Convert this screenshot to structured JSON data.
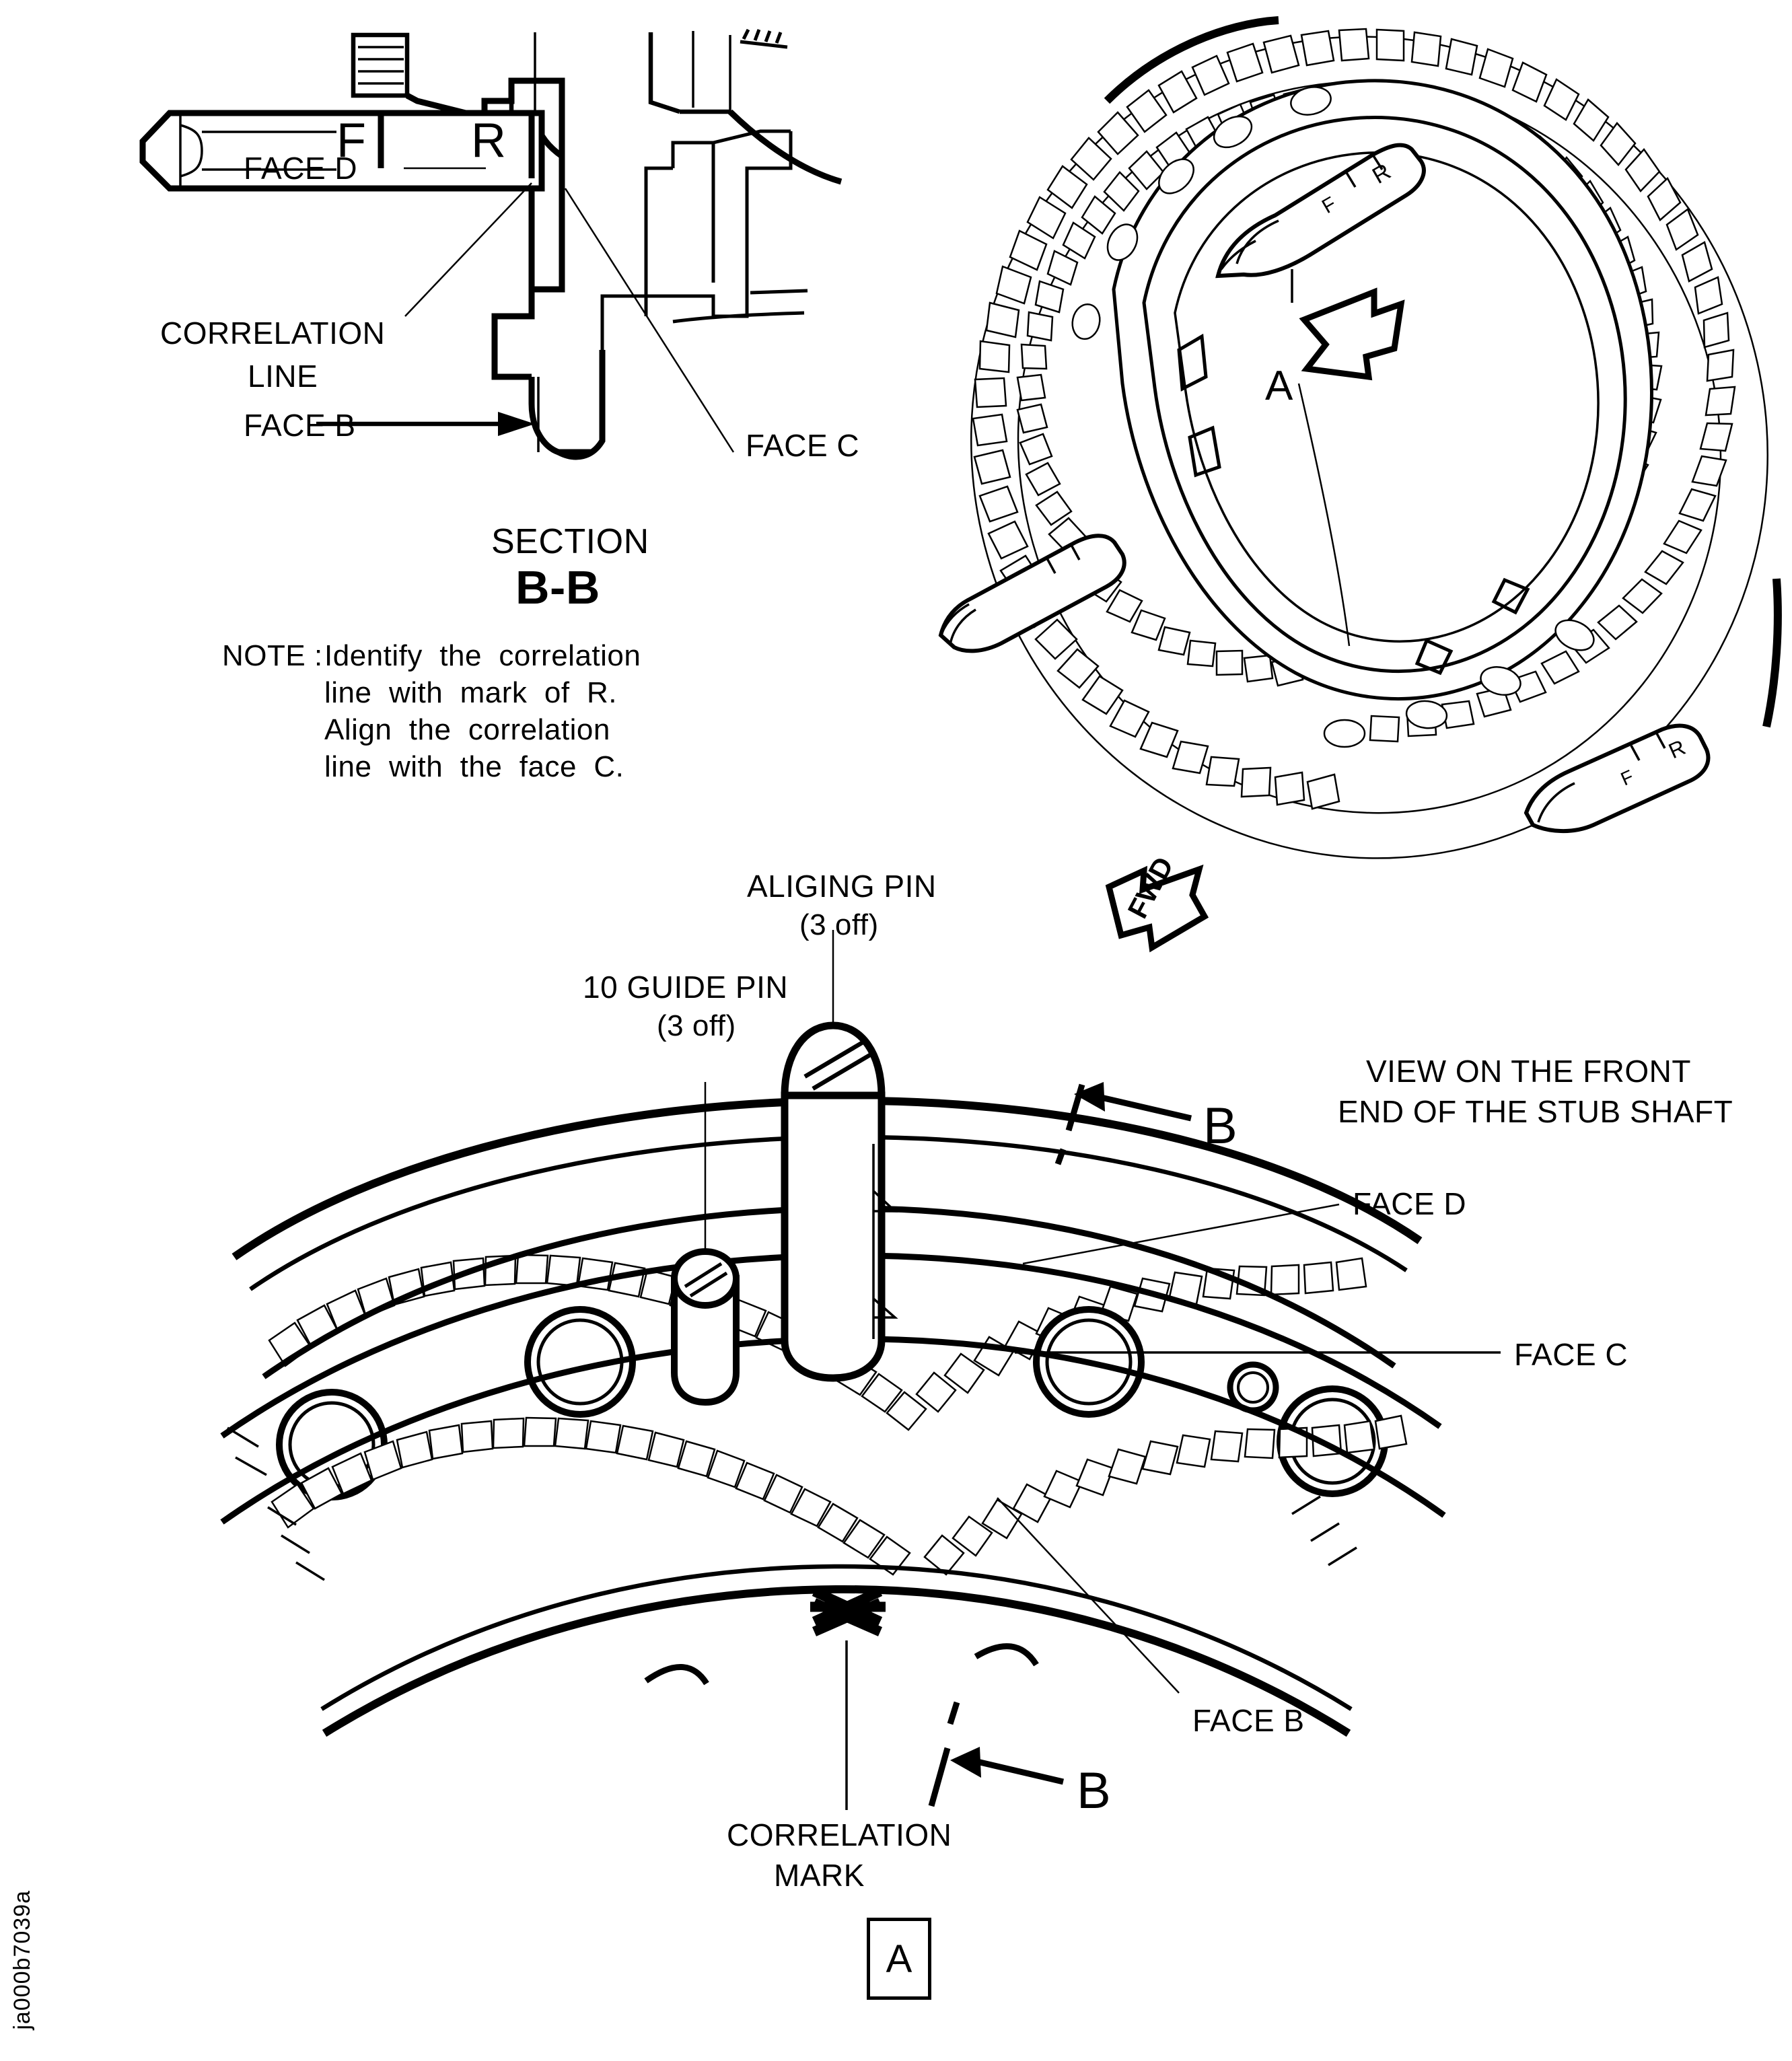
{
  "figure": {
    "id_code": "ja000b7039a",
    "type": "technical-line-drawing",
    "subject": "Flywheel ring gear and stub shaft aligning pin installation"
  },
  "section_view": {
    "labels": {
      "face_d": "FACE D",
      "face_b": "FACE B",
      "face_c": "FACE C",
      "correlation_line_1": "CORRELATION",
      "correlation_line_2": "LINE"
    },
    "pin_marks": {
      "front": "F",
      "rear": "R"
    },
    "caption_1": "SECTION",
    "caption_2": "B-B",
    "note": {
      "prefix": "NOTE :",
      "lines": [
        "Identify  the  correlation",
        "line  with  mark  of  R.",
        "Align  the  correlation",
        "line  with  the  face  C."
      ]
    }
  },
  "iso_view": {
    "arrow_label": "A",
    "fwd_arrow": "FWD",
    "pin_marks": {
      "front": "F",
      "rear": "R"
    },
    "caption_line_1": "VIEW ON THE FRONT",
    "caption_line_2": "END OF THE STUB SHAFT"
  },
  "detail_view": {
    "aligning_pin_1": "ALIGING PIN",
    "aligning_pin_2": "(3 off)",
    "guide_pin_1": "10 GUIDE PIN",
    "guide_pin_2": "(3 off)",
    "face_d": "FACE D",
    "face_c": "FACE C",
    "face_b": "FACE B",
    "section_marker_top": "B",
    "section_marker_bottom": "B",
    "correlation_mark_1": "CORRELATION",
    "correlation_mark_2": "MARK",
    "detail_tag": "A"
  },
  "colors": {
    "ink": "#000000",
    "paper": "#ffffff"
  }
}
